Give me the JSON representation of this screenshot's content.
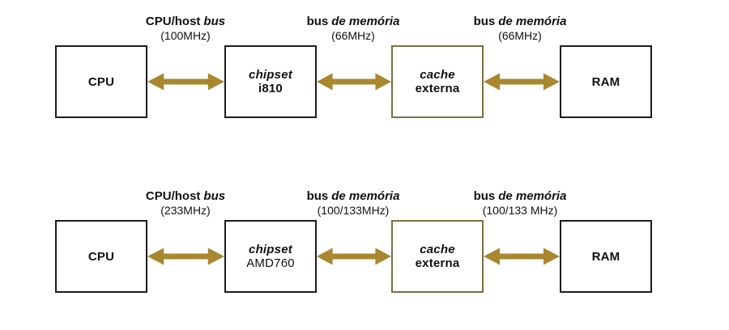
{
  "colors": {
    "arrow": "#a8872f",
    "box-border": "#1c1c1c",
    "cache-border": "#7a7043",
    "text": "#111111",
    "background": "#ffffff"
  },
  "rows": [
    {
      "boxes": {
        "cpu": {
          "label": "CPU"
        },
        "chipset": {
          "line1": "chipset",
          "line2": "i810"
        },
        "cache": {
          "line1": "cache",
          "line2": "externa"
        },
        "ram": {
          "label": "RAM"
        }
      },
      "buses": [
        {
          "name_plain": "CPU/host",
          "name_italic": "bus",
          "freq": "(100MHz)"
        },
        {
          "name_plain": "bus",
          "name_italic": "de memória",
          "freq": "(66MHz)"
        },
        {
          "name_plain": "bus",
          "name_italic": "de memória",
          "freq": "(66MHz)"
        }
      ]
    },
    {
      "boxes": {
        "cpu": {
          "label": "CPU"
        },
        "chipset": {
          "line1": "chipset",
          "line2": "AMD760"
        },
        "cache": {
          "line1": "cache",
          "line2": "externa"
        },
        "ram": {
          "label": "RAM"
        }
      },
      "buses": [
        {
          "name_plain": "CPU/host",
          "name_italic": "bus",
          "freq": "(233MHz)"
        },
        {
          "name_plain": "bus",
          "name_italic": "de memória",
          "freq": "(100/133MHz)"
        },
        {
          "name_plain": "bus",
          "name_italic": "de memória",
          "freq": "(100/133 MHz)"
        }
      ]
    }
  ]
}
